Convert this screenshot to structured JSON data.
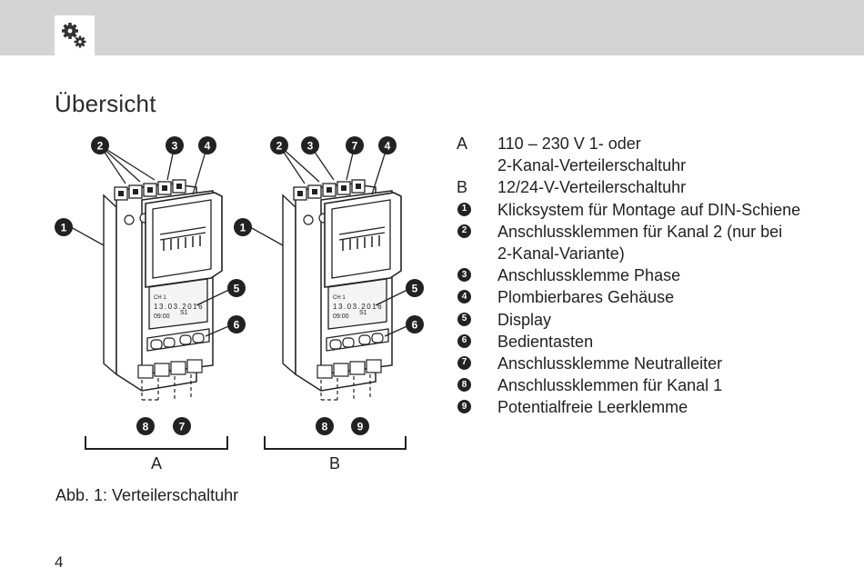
{
  "page": {
    "title": "Übersicht",
    "page_number": "4",
    "icon": "gears-icon"
  },
  "figure": {
    "caption": "Abb. 1: Verteilerschaltuhr",
    "device_a": {
      "label": "A",
      "callouts_top": [
        "2",
        "3",
        "4"
      ],
      "callout_side": "1",
      "callouts_right": [
        "5",
        "6"
      ],
      "callouts_bottom": [
        "8",
        "7"
      ],
      "display_channel": "CH 1",
      "display_date": "13.03.2016",
      "display_time": "09:00",
      "display_slot": "S1"
    },
    "device_b": {
      "label": "B",
      "callouts_top": [
        "2",
        "3",
        "7",
        "4"
      ],
      "callout_side": "1",
      "callouts_right": [
        "5",
        "6"
      ],
      "callouts_bottom": [
        "8",
        "9"
      ],
      "display_channel": "CH 1",
      "display_date": "13.03.2016",
      "display_time": "09:00",
      "display_slot": "S1"
    }
  },
  "legend": [
    {
      "key": "A",
      "type": "letter",
      "text": "110 – 230 V 1- oder"
    },
    {
      "key": "",
      "type": "none",
      "text": "2-Kanal-Verteilerschaltuhr"
    },
    {
      "key": "B",
      "type": "letter",
      "text": "12/24-V-Verteilerschaltuhr"
    },
    {
      "key": "1",
      "type": "number",
      "text": "Klicksystem für Montage auf DIN-Schiene"
    },
    {
      "key": "2",
      "type": "number",
      "text": "Anschlussklemmen für Kanal 2 (nur bei"
    },
    {
      "key": "",
      "type": "none",
      "text": "2-Kanal-Variante)"
    },
    {
      "key": "3",
      "type": "number",
      "text": "Anschlussklemme Phase"
    },
    {
      "key": "4",
      "type": "number",
      "text": "Plombierbares Gehäuse"
    },
    {
      "key": "5",
      "type": "number",
      "text": "Display"
    },
    {
      "key": "6",
      "type": "number",
      "text": "Bedientasten"
    },
    {
      "key": "7",
      "type": "number",
      "text": "Anschlussklemme Neutralleiter"
    },
    {
      "key": "8",
      "type": "number",
      "text": "Anschlussklemmen für Kanal 1"
    },
    {
      "key": "9",
      "type": "number",
      "text": "Potentialfreie Leerklemme"
    }
  ]
}
